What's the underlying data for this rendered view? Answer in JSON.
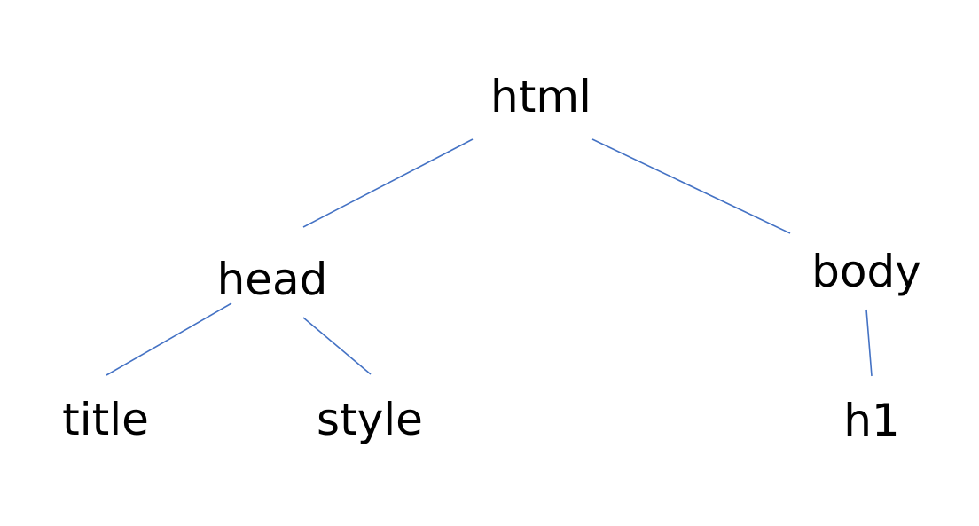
{
  "tree": {
    "edge_color": "#4472C4",
    "text_color": "#000000",
    "nodes": {
      "html": "html",
      "head": "head",
      "body": "body",
      "title": "title",
      "style": "style",
      "h1": "h1"
    },
    "edges": [
      {
        "from": "html",
        "to": "head"
      },
      {
        "from": "html",
        "to": "body"
      },
      {
        "from": "head",
        "to": "title"
      },
      {
        "from": "head",
        "to": "style"
      },
      {
        "from": "body",
        "to": "h1"
      }
    ]
  }
}
